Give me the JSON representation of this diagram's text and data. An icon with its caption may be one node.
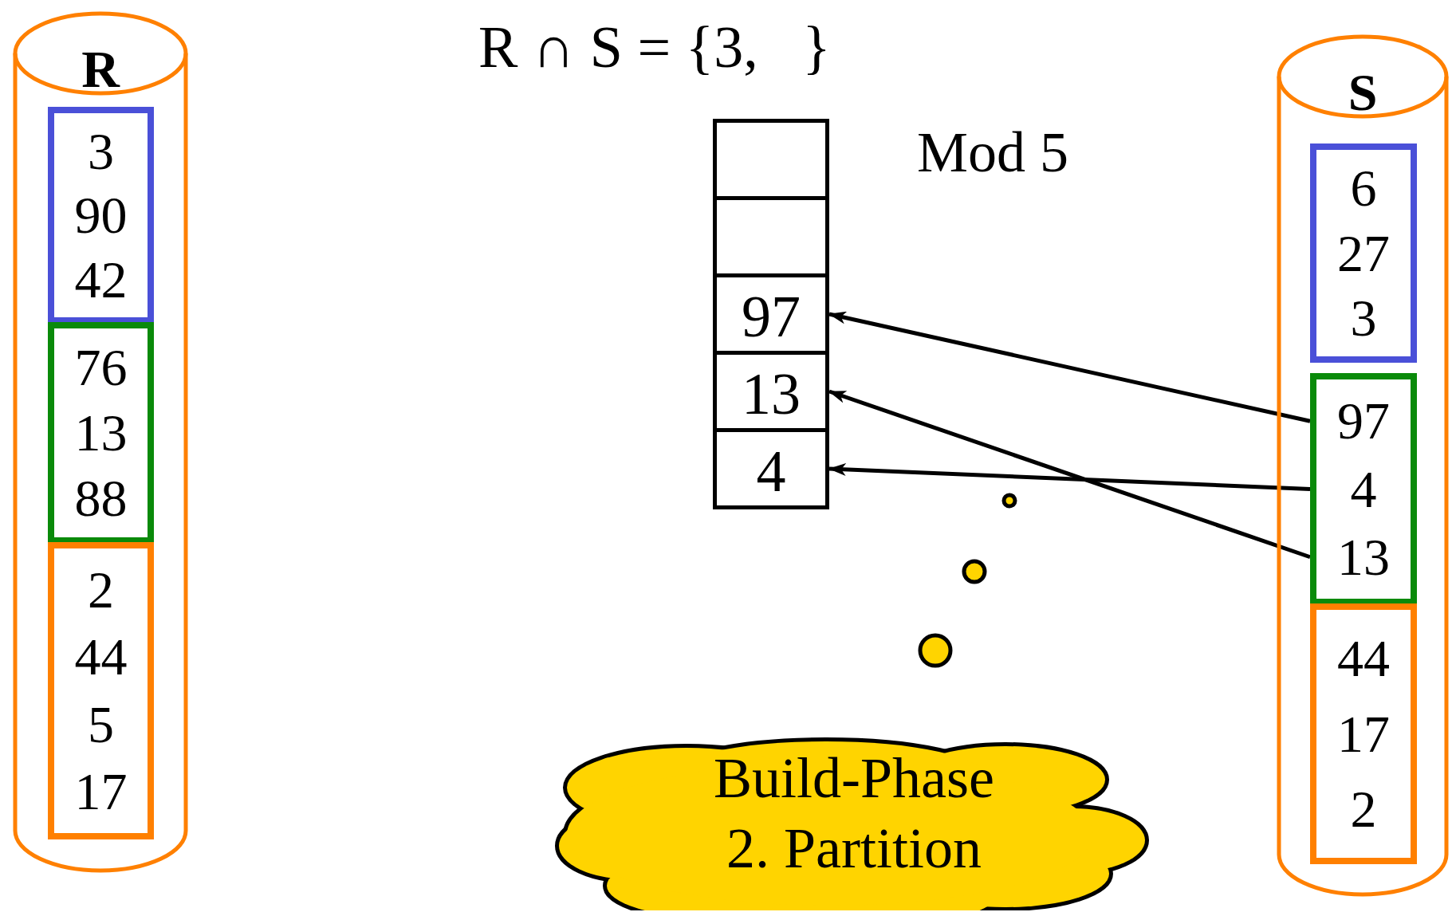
{
  "diagram": {
    "title": "R ∩ S = {3,   }",
    "nodes": [
      {
        "text": [
          "R"
        ]
      },
      {
        "text": [
          "3",
          "90",
          "42"
        ],
        "in": 0
      },
      {
        "text": [
          "76",
          "13",
          "88"
        ],
        "in": 0
      },
      {
        "text": [
          "2",
          "44",
          "5",
          "17"
        ],
        "in": 0
      },
      {
        "text": [
          "S"
        ]
      },
      {
        "text": [
          "6",
          "27",
          "3"
        ],
        "in": 4
      },
      {
        "text": [
          "97",
          "4",
          "13"
        ],
        "in": 4
      },
      {
        "text": [
          "44",
          "17",
          "2"
        ],
        "in": 4
      },
      {
        "text": [],
        "shape": "box"
      },
      {
        "text": [],
        "shape": "box"
      },
      {
        "text": [
          "97"
        ]
      },
      {
        "text": [
          "13"
        ]
      },
      {
        "text": [
          "4"
        ]
      },
      {
        "text": [
          "Build-Phase",
          "2. Partition"
        ]
      }
    ],
    "edges": [
      {
        "from": 6,
        "to": 10,
        "arrow": "to"
      },
      {
        "from": 6,
        "to": 12,
        "arrow": "to"
      },
      {
        "from": 6,
        "to": 11,
        "arrow": "to"
      }
    ],
    "labels": [
      "Mod 5"
    ]
  }
}
